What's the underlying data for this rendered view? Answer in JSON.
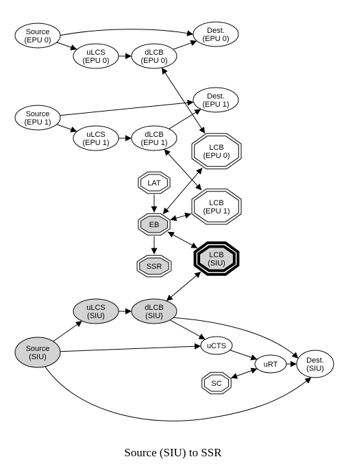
{
  "caption": "Source (SIU) to SSR",
  "colors": {
    "stroke": "#000000",
    "highlight_fill": "#d3d3d3",
    "plain_fill": "#ffffff"
  },
  "nodes": [
    {
      "id": "src-epu0",
      "shape": "ellipse",
      "lines": [
        "Source",
        "(EPU 0)"
      ],
      "fill": "white"
    },
    {
      "id": "dest-epu0",
      "shape": "ellipse",
      "lines": [
        "Dest.",
        "(EPU 0)"
      ],
      "fill": "white"
    },
    {
      "id": "ulcs-epu0",
      "shape": "ellipse",
      "lines": [
        "uLCS",
        "(EPU 0)"
      ],
      "fill": "white"
    },
    {
      "id": "dlcb-epu0",
      "shape": "ellipse",
      "lines": [
        "dLCB",
        "(EPU 0)"
      ],
      "fill": "white"
    },
    {
      "id": "src-epu1",
      "shape": "ellipse",
      "lines": [
        "Source",
        "(EPU 1)"
      ],
      "fill": "white"
    },
    {
      "id": "dest-epu1",
      "shape": "ellipse",
      "lines": [
        "Dest.",
        "(EPU 1)"
      ],
      "fill": "white"
    },
    {
      "id": "ulcs-epu1",
      "shape": "ellipse",
      "lines": [
        "uLCS",
        "(EPU 1)"
      ],
      "fill": "white"
    },
    {
      "id": "dlcb-epu1",
      "shape": "ellipse",
      "lines": [
        "dLCB",
        "(EPU 1)"
      ],
      "fill": "white"
    },
    {
      "id": "lcb-epu0",
      "shape": "octagon",
      "lines": [
        "LCB",
        "(EPU 0)"
      ],
      "fill": "white"
    },
    {
      "id": "lat",
      "shape": "octagon",
      "lines": [
        "LAT"
      ],
      "fill": "white"
    },
    {
      "id": "lcb-epu1",
      "shape": "octagon",
      "lines": [
        "LCB",
        "(EPU 1)"
      ],
      "fill": "white"
    },
    {
      "id": "eb",
      "shape": "octagon",
      "lines": [
        "EB"
      ],
      "fill": "gray"
    },
    {
      "id": "ssr",
      "shape": "octagon",
      "lines": [
        "SSR"
      ],
      "fill": "gray"
    },
    {
      "id": "lcb-siu",
      "shape": "octagon",
      "lines": [
        "LCB",
        "(SIU)"
      ],
      "fill": "gray",
      "bold": true
    },
    {
      "id": "ulcs-siu",
      "shape": "ellipse",
      "lines": [
        "uLCS",
        "(SIU)"
      ],
      "fill": "gray"
    },
    {
      "id": "dlcb-siu",
      "shape": "ellipse",
      "lines": [
        "dLCB",
        "(SIU)"
      ],
      "fill": "gray"
    },
    {
      "id": "src-siu",
      "shape": "ellipse",
      "lines": [
        "Source",
        "(SIU)"
      ],
      "fill": "gray"
    },
    {
      "id": "ucts",
      "shape": "ellipse",
      "lines": [
        "uCTS"
      ],
      "fill": "white"
    },
    {
      "id": "urt",
      "shape": "ellipse",
      "lines": [
        "uRT"
      ],
      "fill": "white"
    },
    {
      "id": "dest-siu",
      "shape": "ellipse",
      "lines": [
        "Dest.",
        "(SIU)"
      ],
      "fill": "white"
    },
    {
      "id": "sc",
      "shape": "octagon",
      "lines": [
        "SC"
      ],
      "fill": "white"
    }
  ],
  "edges": [
    {
      "from": "src-epu0",
      "to": "dest-epu0",
      "dir": "forward"
    },
    {
      "from": "src-epu0",
      "to": "ulcs-epu0",
      "dir": "forward"
    },
    {
      "from": "ulcs-epu0",
      "to": "dlcb-epu0",
      "dir": "forward"
    },
    {
      "from": "dlcb-epu0",
      "to": "dest-epu0",
      "dir": "forward"
    },
    {
      "from": "dlcb-epu0",
      "to": "lcb-epu0",
      "dir": "both"
    },
    {
      "from": "src-epu1",
      "to": "dest-epu1",
      "dir": "forward"
    },
    {
      "from": "src-epu1",
      "to": "ulcs-epu1",
      "dir": "forward"
    },
    {
      "from": "ulcs-epu1",
      "to": "dlcb-epu1",
      "dir": "forward"
    },
    {
      "from": "dlcb-epu1",
      "to": "dest-epu1",
      "dir": "forward"
    },
    {
      "from": "dlcb-epu1",
      "to": "lcb-epu1",
      "dir": "both"
    },
    {
      "from": "lat",
      "to": "eb",
      "dir": "forward"
    },
    {
      "from": "eb",
      "to": "lcb-epu0",
      "dir": "both"
    },
    {
      "from": "eb",
      "to": "lcb-epu1",
      "dir": "both"
    },
    {
      "from": "eb",
      "to": "ssr",
      "dir": "forward"
    },
    {
      "from": "eb",
      "to": "lcb-siu",
      "dir": "both"
    },
    {
      "from": "dlcb-siu",
      "to": "lcb-siu",
      "dir": "both"
    },
    {
      "from": "src-siu",
      "to": "ulcs-siu",
      "dir": "forward"
    },
    {
      "from": "ulcs-siu",
      "to": "dlcb-siu",
      "dir": "forward"
    },
    {
      "from": "dlcb-siu",
      "to": "ucts",
      "dir": "forward"
    },
    {
      "from": "dlcb-siu",
      "to": "dest-siu",
      "dir": "forward"
    },
    {
      "from": "src-siu",
      "to": "ucts",
      "dir": "forward"
    },
    {
      "from": "ucts",
      "to": "urt",
      "dir": "forward"
    },
    {
      "from": "urt",
      "to": "dest-siu",
      "dir": "forward"
    },
    {
      "from": "sc",
      "to": "urt",
      "dir": "both"
    },
    {
      "from": "src-siu",
      "to": "dest-siu",
      "dir": "forward"
    }
  ]
}
